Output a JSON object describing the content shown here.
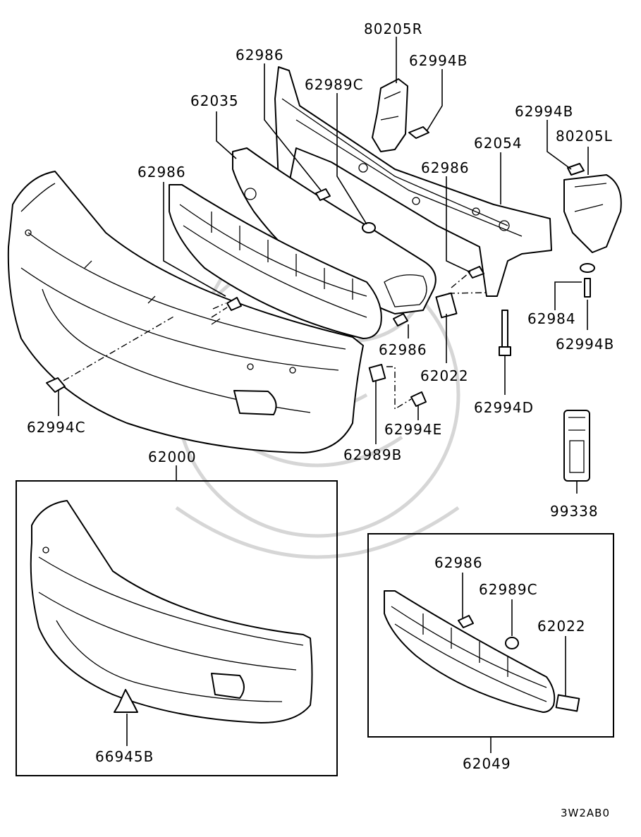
{
  "labels": {
    "p80205R": "80205R",
    "p62986_top": "62986",
    "p62994B_top": "62994B",
    "p62989C_top": "62989C",
    "p62035": "62035",
    "p62994B_right": "62994B",
    "p80205L": "80205L",
    "p62054": "62054",
    "p62986_left": "62986",
    "p62986_mid": "62986",
    "p62984": "62984",
    "p62994B_lower": "62994B",
    "p62986_low": "62986",
    "p62022_mid": "62022",
    "p62994D": "62994D",
    "p62994C": "62994C",
    "p62994E": "62994E",
    "p62989B": "62989B",
    "p62000": "62000",
    "p99338": "99338",
    "p66945B": "66945B",
    "p62986_box": "62986",
    "p62989C_box": "62989C",
    "p62022_box": "62022",
    "p62049": "62049"
  },
  "diagram_code": "3W2AB0"
}
